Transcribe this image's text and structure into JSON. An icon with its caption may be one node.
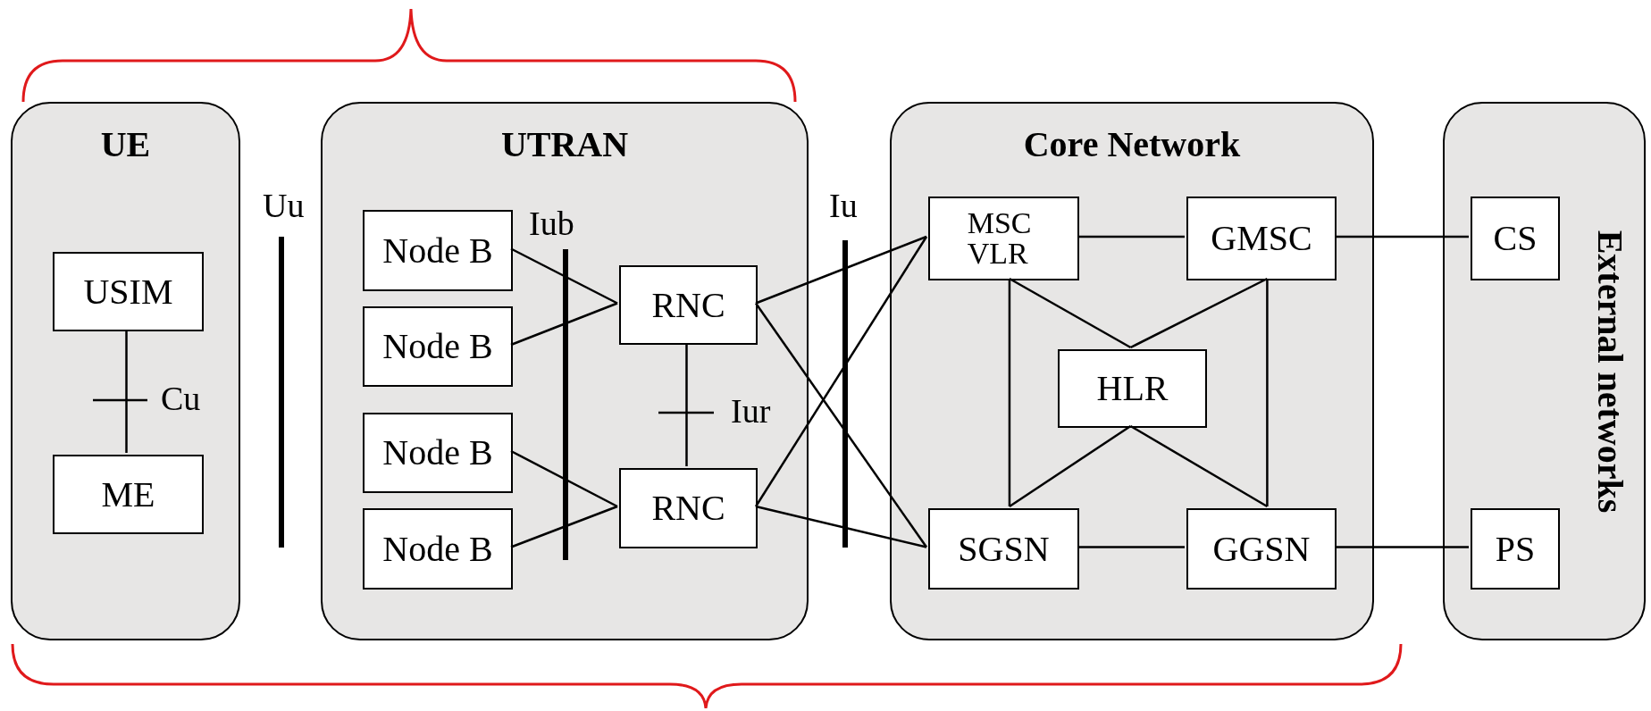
{
  "diagram": {
    "nodes": [
      {
        "text": [
          "UE"
        ]
      },
      {
        "text": [
          "USIM"
        ],
        "in": 0
      },
      {
        "text": [
          "ME"
        ],
        "in": 0
      },
      {
        "text": [
          "UTRAN"
        ]
      },
      {
        "text": [
          "Node B"
        ],
        "in": 3
      },
      {
        "text": [
          "Node B"
        ],
        "in": 3
      },
      {
        "text": [
          "Node B"
        ],
        "in": 3
      },
      {
        "text": [
          "Node B"
        ],
        "in": 3
      },
      {
        "text": [
          "RNC"
        ],
        "in": 3
      },
      {
        "text": [
          "RNC"
        ],
        "in": 3
      },
      {
        "text": [
          "Core Network"
        ]
      },
      {
        "text": [
          "MSC VLR"
        ],
        "in": 10
      },
      {
        "text": [
          "GMSC"
        ],
        "in": 10
      },
      {
        "text": [
          "HLR"
        ],
        "in": 10
      },
      {
        "text": [
          "SGSN"
        ],
        "in": 10
      },
      {
        "text": [
          "GGSN"
        ],
        "in": 10
      },
      {
        "text": [
          "External networks"
        ]
      },
      {
        "text": [
          "CS"
        ],
        "in": 16
      },
      {
        "text": [
          "PS"
        ],
        "in": 16
      }
    ],
    "edges": [
      {
        "from": 1,
        "to": 2,
        "arrow": "none"
      },
      {
        "from": 4,
        "to": 8,
        "arrow": "none"
      },
      {
        "from": 5,
        "to": 8,
        "arrow": "none"
      },
      {
        "from": 6,
        "to": 9,
        "arrow": "none"
      },
      {
        "from": 7,
        "to": 9,
        "arrow": "none"
      },
      {
        "from": 8,
        "to": 9,
        "arrow": "none"
      },
      {
        "from": 8,
        "to": 11,
        "arrow": "none"
      },
      {
        "from": 8,
        "to": 14,
        "arrow": "none"
      },
      {
        "from": 9,
        "to": 11,
        "arrow": "none"
      },
      {
        "from": 9,
        "to": 14,
        "arrow": "none"
      },
      {
        "from": 11,
        "to": 12,
        "arrow": "none"
      },
      {
        "from": 11,
        "to": 14,
        "arrow": "none"
      },
      {
        "from": 12,
        "to": 15,
        "arrow": "none"
      },
      {
        "from": 11,
        "to": 13,
        "arrow": "none"
      },
      {
        "from": 12,
        "to": 13,
        "arrow": "none"
      },
      {
        "from": 13,
        "to": 14,
        "arrow": "none"
      },
      {
        "from": 13,
        "to": 15,
        "arrow": "none"
      },
      {
        "from": 14,
        "to": 15,
        "arrow": "none"
      },
      {
        "from": 12,
        "to": 17,
        "arrow": "none"
      },
      {
        "from": 15,
        "to": 18,
        "arrow": "none"
      }
    ],
    "labels": [
      "Uu",
      "Iub",
      "Iu",
      "Cu",
      "Iur"
    ]
  }
}
